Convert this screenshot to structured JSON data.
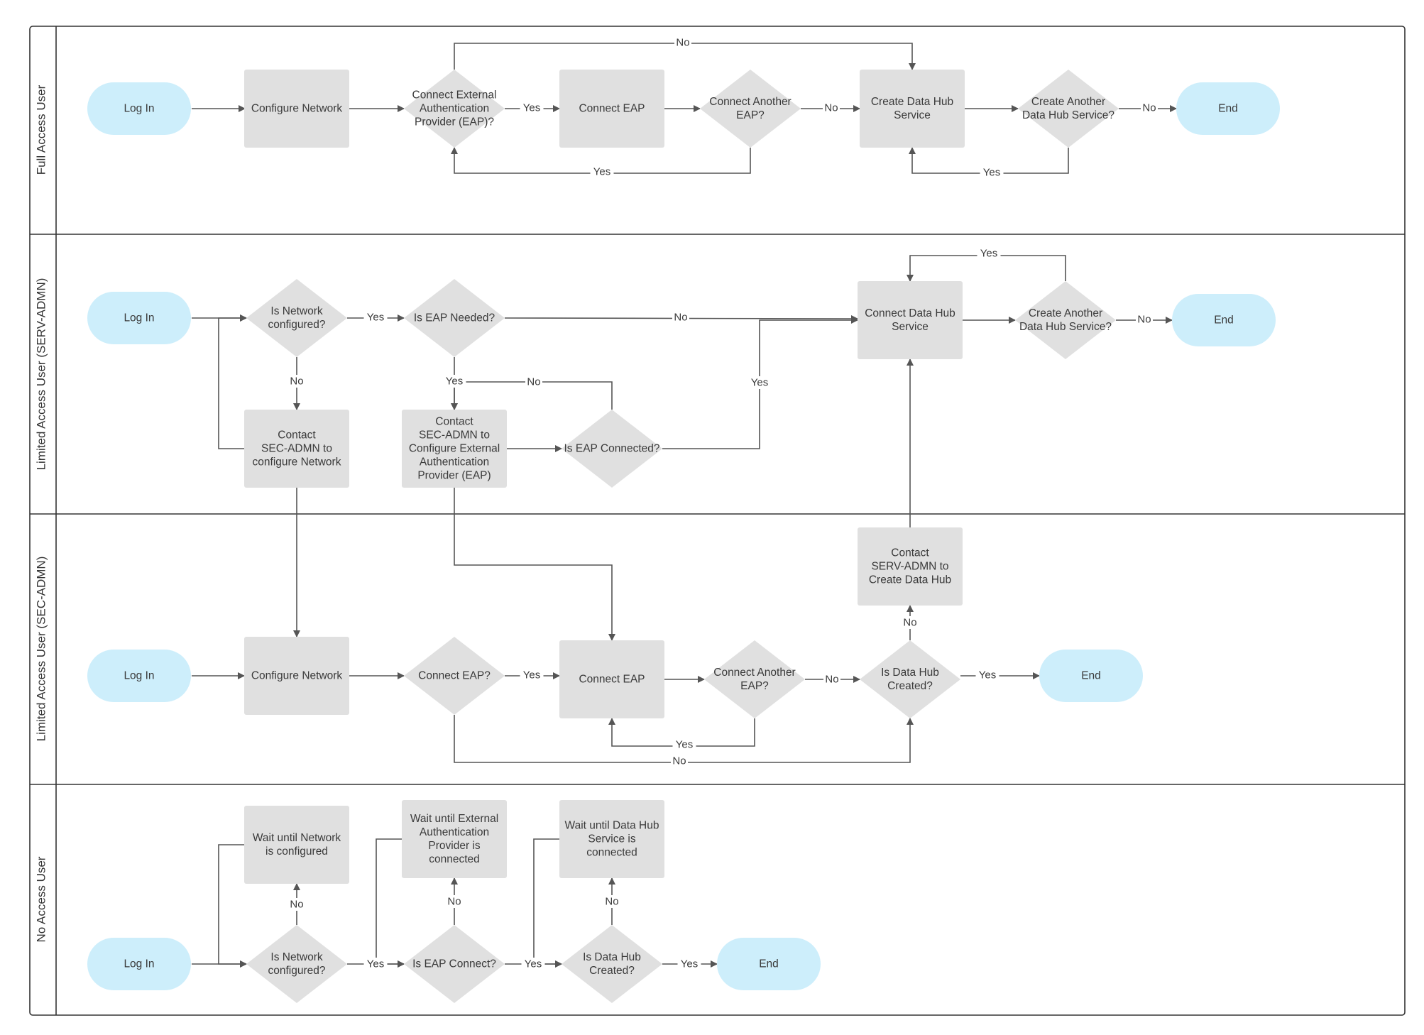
{
  "lanes": [
    {
      "id": "full",
      "label": "Full Access User"
    },
    {
      "id": "serv",
      "label": "Limited Access User (SERV-ADMN)"
    },
    {
      "id": "sec",
      "label": "Limited Access User (SEC-ADMN)"
    },
    {
      "id": "none",
      "label": "No Access User"
    }
  ],
  "nodes": [
    {
      "id": "fa_login",
      "type": "terminal",
      "lines": [
        "Log In"
      ]
    },
    {
      "id": "fa_confnet",
      "type": "process",
      "lines": [
        "Configure Network"
      ]
    },
    {
      "id": "fa_conneap_q",
      "type": "decision",
      "lines": [
        "Connect External",
        "Authentication",
        "Provider (EAP)?"
      ]
    },
    {
      "id": "fa_conneap",
      "type": "process",
      "lines": [
        "Connect EAP"
      ]
    },
    {
      "id": "fa_another_eap",
      "type": "decision",
      "lines": [
        "Connect Another",
        "EAP?"
      ]
    },
    {
      "id": "fa_create_hub",
      "type": "process",
      "lines": [
        "Create Data Hub",
        "Service"
      ]
    },
    {
      "id": "fa_another_hub",
      "type": "decision",
      "lines": [
        "Create Another",
        "Data Hub Service?"
      ]
    },
    {
      "id": "fa_end",
      "type": "terminal",
      "lines": [
        "End"
      ]
    },
    {
      "id": "sv_login",
      "type": "terminal",
      "lines": [
        "Log In"
      ]
    },
    {
      "id": "sv_netconf",
      "type": "decision",
      "lines": [
        "Is Network",
        "configured?"
      ]
    },
    {
      "id": "sv_eapneed",
      "type": "decision",
      "lines": [
        "Is EAP Needed?"
      ]
    },
    {
      "id": "sv_contact_net",
      "type": "process",
      "lines": [
        "Contact",
        "SEC-ADMN to",
        "configure Network"
      ]
    },
    {
      "id": "sv_contact_eap",
      "type": "process",
      "lines": [
        "Contact",
        "SEC-ADMN to",
        "Configure External",
        "Authentication",
        "Provider (EAP)"
      ]
    },
    {
      "id": "sv_eapconn",
      "type": "decision",
      "lines": [
        "Is EAP Connected?"
      ]
    },
    {
      "id": "sv_connhub",
      "type": "process",
      "lines": [
        "Connect Data Hub",
        "Service"
      ]
    },
    {
      "id": "sv_another_hub",
      "type": "decision",
      "lines": [
        "Create Another",
        "Data Hub Service?"
      ]
    },
    {
      "id": "sv_end",
      "type": "terminal",
      "lines": [
        "End"
      ]
    },
    {
      "id": "sc_login",
      "type": "terminal",
      "lines": [
        "Log In"
      ]
    },
    {
      "id": "sc_confnet",
      "type": "process",
      "lines": [
        "Configure Network"
      ]
    },
    {
      "id": "sc_conneap_q",
      "type": "decision",
      "lines": [
        "Connect EAP?"
      ]
    },
    {
      "id": "sc_conneap",
      "type": "process",
      "lines": [
        "Connect EAP"
      ]
    },
    {
      "id": "sc_another_eap",
      "type": "decision",
      "lines": [
        "Connect Another",
        "EAP?"
      ]
    },
    {
      "id": "sc_hubcreated",
      "type": "decision",
      "lines": [
        "Is Data Hub",
        "Created?"
      ]
    },
    {
      "id": "sc_contact_serv",
      "type": "process",
      "lines": [
        "Contact",
        "SERV-ADMN to",
        "Create Data Hub"
      ]
    },
    {
      "id": "sc_end",
      "type": "terminal",
      "lines": [
        "End"
      ]
    },
    {
      "id": "na_login",
      "type": "terminal",
      "lines": [
        "Log In"
      ]
    },
    {
      "id": "na_netconf",
      "type": "decision",
      "lines": [
        "Is Network",
        "configured?"
      ]
    },
    {
      "id": "na_wait_net",
      "type": "process",
      "lines": [
        "Wait until Network",
        "is configured"
      ]
    },
    {
      "id": "na_eapconn",
      "type": "decision",
      "lines": [
        "Is EAP Connect?"
      ]
    },
    {
      "id": "na_wait_eap",
      "type": "process",
      "lines": [
        "Wait until External",
        "Authentication",
        "Provider is",
        "connected"
      ]
    },
    {
      "id": "na_hubcreated",
      "type": "decision",
      "lines": [
        "Is Data Hub",
        "Created?"
      ]
    },
    {
      "id": "na_wait_hub",
      "type": "process",
      "lines": [
        "Wait until Data Hub",
        "Service is",
        "connected"
      ]
    },
    {
      "id": "na_end",
      "type": "terminal",
      "lines": [
        "End"
      ]
    }
  ],
  "edges": [
    {
      "from": "fa_login",
      "to": "fa_confnet",
      "label": ""
    },
    {
      "from": "fa_confnet",
      "to": "fa_conneap_q",
      "label": ""
    },
    {
      "from": "fa_conneap_q",
      "to": "fa_conneap",
      "label": "Yes"
    },
    {
      "from": "fa_conneap_q",
      "to": "fa_create_hub",
      "label": "No"
    },
    {
      "from": "fa_conneap",
      "to": "fa_another_eap",
      "label": ""
    },
    {
      "from": "fa_another_eap",
      "to": "fa_conneap_q",
      "label": "Yes"
    },
    {
      "from": "fa_another_eap",
      "to": "fa_create_hub",
      "label": "No"
    },
    {
      "from": "fa_create_hub",
      "to": "fa_another_hub",
      "label": ""
    },
    {
      "from": "fa_another_hub",
      "to": "fa_create_hub",
      "label": "Yes"
    },
    {
      "from": "fa_another_hub",
      "to": "fa_end",
      "label": "No"
    },
    {
      "from": "sv_login",
      "to": "sv_netconf",
      "label": ""
    },
    {
      "from": "sv_netconf",
      "to": "sv_eapneed",
      "label": "Yes"
    },
    {
      "from": "sv_netconf",
      "to": "sv_contact_net",
      "label": "No"
    },
    {
      "from": "sv_contact_net",
      "to": "sv_netconf",
      "label": ""
    },
    {
      "from": "sv_eapneed",
      "to": "sv_connhub",
      "label": "No"
    },
    {
      "from": "sv_eapneed",
      "to": "sv_contact_eap",
      "label": "Yes"
    },
    {
      "from": "sv_eapconn",
      "to": "sv_contact_eap",
      "label": "No"
    },
    {
      "from": "sv_contact_eap",
      "to": "sv_eapconn",
      "label": ""
    },
    {
      "from": "sv_eapconn",
      "to": "sv_connhub",
      "label": "Yes"
    },
    {
      "from": "sv_connhub",
      "to": "sv_another_hub",
      "label": ""
    },
    {
      "from": "sv_another_hub",
      "to": "sv_connhub",
      "label": "Yes"
    },
    {
      "from": "sv_another_hub",
      "to": "sv_end",
      "label": "No"
    },
    {
      "from": "sv_contact_net",
      "to": "sc_confnet",
      "label": ""
    },
    {
      "from": "sv_contact_eap",
      "to": "sc_conneap",
      "label": ""
    },
    {
      "from": "sc_login",
      "to": "sc_confnet",
      "label": ""
    },
    {
      "from": "sc_confnet",
      "to": "sc_conneap_q",
      "label": ""
    },
    {
      "from": "sc_conneap_q",
      "to": "sc_conneap",
      "label": "Yes"
    },
    {
      "from": "sc_conneap_q",
      "to": "sc_hubcreated",
      "label": "No"
    },
    {
      "from": "sc_conneap",
      "to": "sc_another_eap",
      "label": ""
    },
    {
      "from": "sc_another_eap",
      "to": "sc_conneap",
      "label": "Yes"
    },
    {
      "from": "sc_another_eap",
      "to": "sc_hubcreated",
      "label": "No"
    },
    {
      "from": "sc_hubcreated",
      "to": "sc_end",
      "label": "Yes"
    },
    {
      "from": "sc_hubcreated",
      "to": "sc_contact_serv",
      "label": "No"
    },
    {
      "from": "sc_contact_serv",
      "to": "sv_connhub",
      "label": ""
    },
    {
      "from": "na_login",
      "to": "na_netconf",
      "label": ""
    },
    {
      "from": "na_netconf",
      "to": "na_wait_net",
      "label": "No"
    },
    {
      "from": "na_wait_net",
      "to": "na_netconf",
      "label": ""
    },
    {
      "from": "na_netconf",
      "to": "na_eapconn",
      "label": "Yes"
    },
    {
      "from": "na_eapconn",
      "to": "na_wait_eap",
      "label": "No"
    },
    {
      "from": "na_wait_eap",
      "to": "na_eapconn",
      "label": ""
    },
    {
      "from": "na_eapconn",
      "to": "na_hubcreated",
      "label": "Yes"
    },
    {
      "from": "na_hubcreated",
      "to": "na_wait_hub",
      "label": "No"
    },
    {
      "from": "na_wait_hub",
      "to": "na_hubcreated",
      "label": ""
    },
    {
      "from": "na_hubcreated",
      "to": "na_end",
      "label": "Yes"
    }
  ],
  "colors": {
    "terminal_fill": "#cdeefb",
    "node_fill": "#e0e0e0",
    "line": "#555555",
    "lane_border": "#333333",
    "text": "#3a3a3a"
  }
}
